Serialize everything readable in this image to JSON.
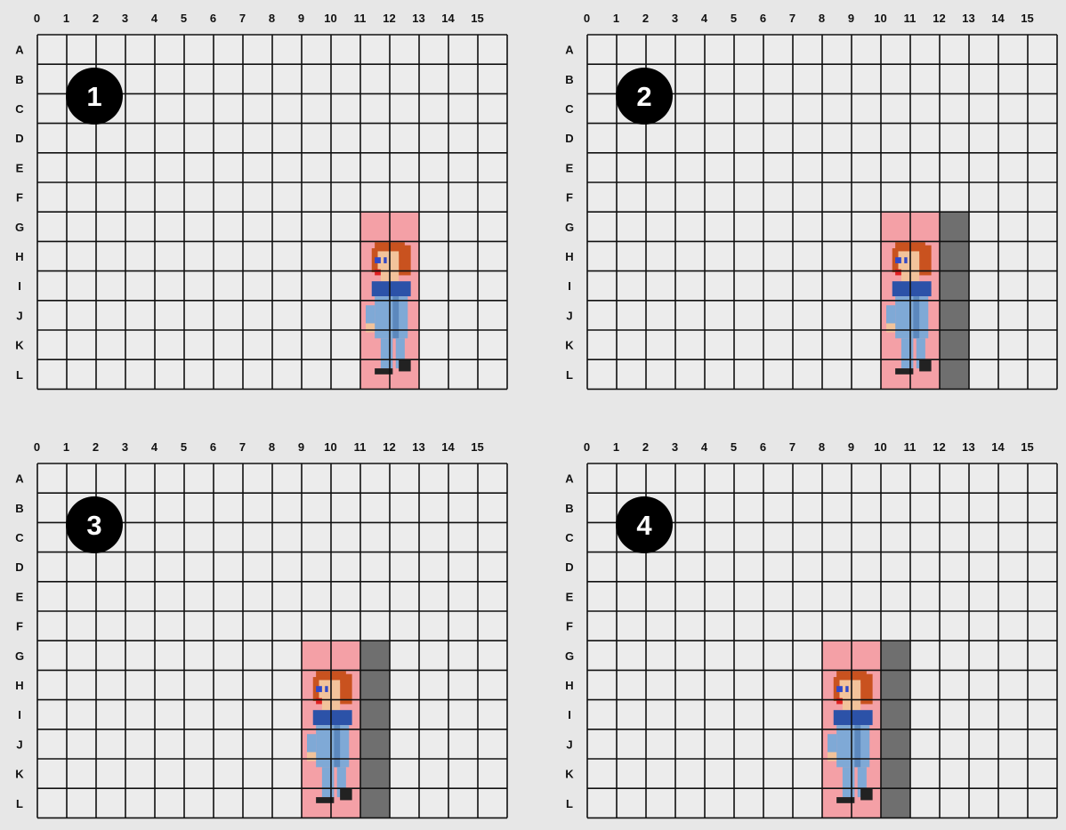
{
  "columns": [
    "0",
    "1",
    "2",
    "3",
    "4",
    "5",
    "6",
    "7",
    "8",
    "9",
    "10",
    "11",
    "12",
    "13",
    "14",
    "15"
  ],
  "rows": [
    "A",
    "B",
    "C",
    "D",
    "E",
    "F",
    "G",
    "H",
    "I",
    "J",
    "K",
    "L"
  ],
  "colors": {
    "background": "#e7e7e7",
    "grid_line": "#111111",
    "cell_fill": "#ececec",
    "sprite_box": "#f4a0a6",
    "shadow_strip": "#6f6f6f",
    "badge": "#000000",
    "badge_text": "#ffffff"
  },
  "panels": [
    {
      "badge": "1",
      "sprite_cols": [
        11,
        12
      ],
      "sprite_rows": [
        "G",
        "L"
      ],
      "shadow_col": null
    },
    {
      "badge": "2",
      "sprite_cols": [
        10,
        11
      ],
      "sprite_rows": [
        "G",
        "L"
      ],
      "shadow_col": 12
    },
    {
      "badge": "3",
      "sprite_cols": [
        9,
        10
      ],
      "sprite_rows": [
        "G",
        "L"
      ],
      "shadow_col": 11
    },
    {
      "badge": "4",
      "sprite_cols": [
        8,
        9
      ],
      "sprite_rows": [
        "G",
        "L"
      ],
      "shadow_col": 10
    }
  ],
  "icons": {
    "character": "pixel-character-icon",
    "badge": "step-number-badge"
  }
}
